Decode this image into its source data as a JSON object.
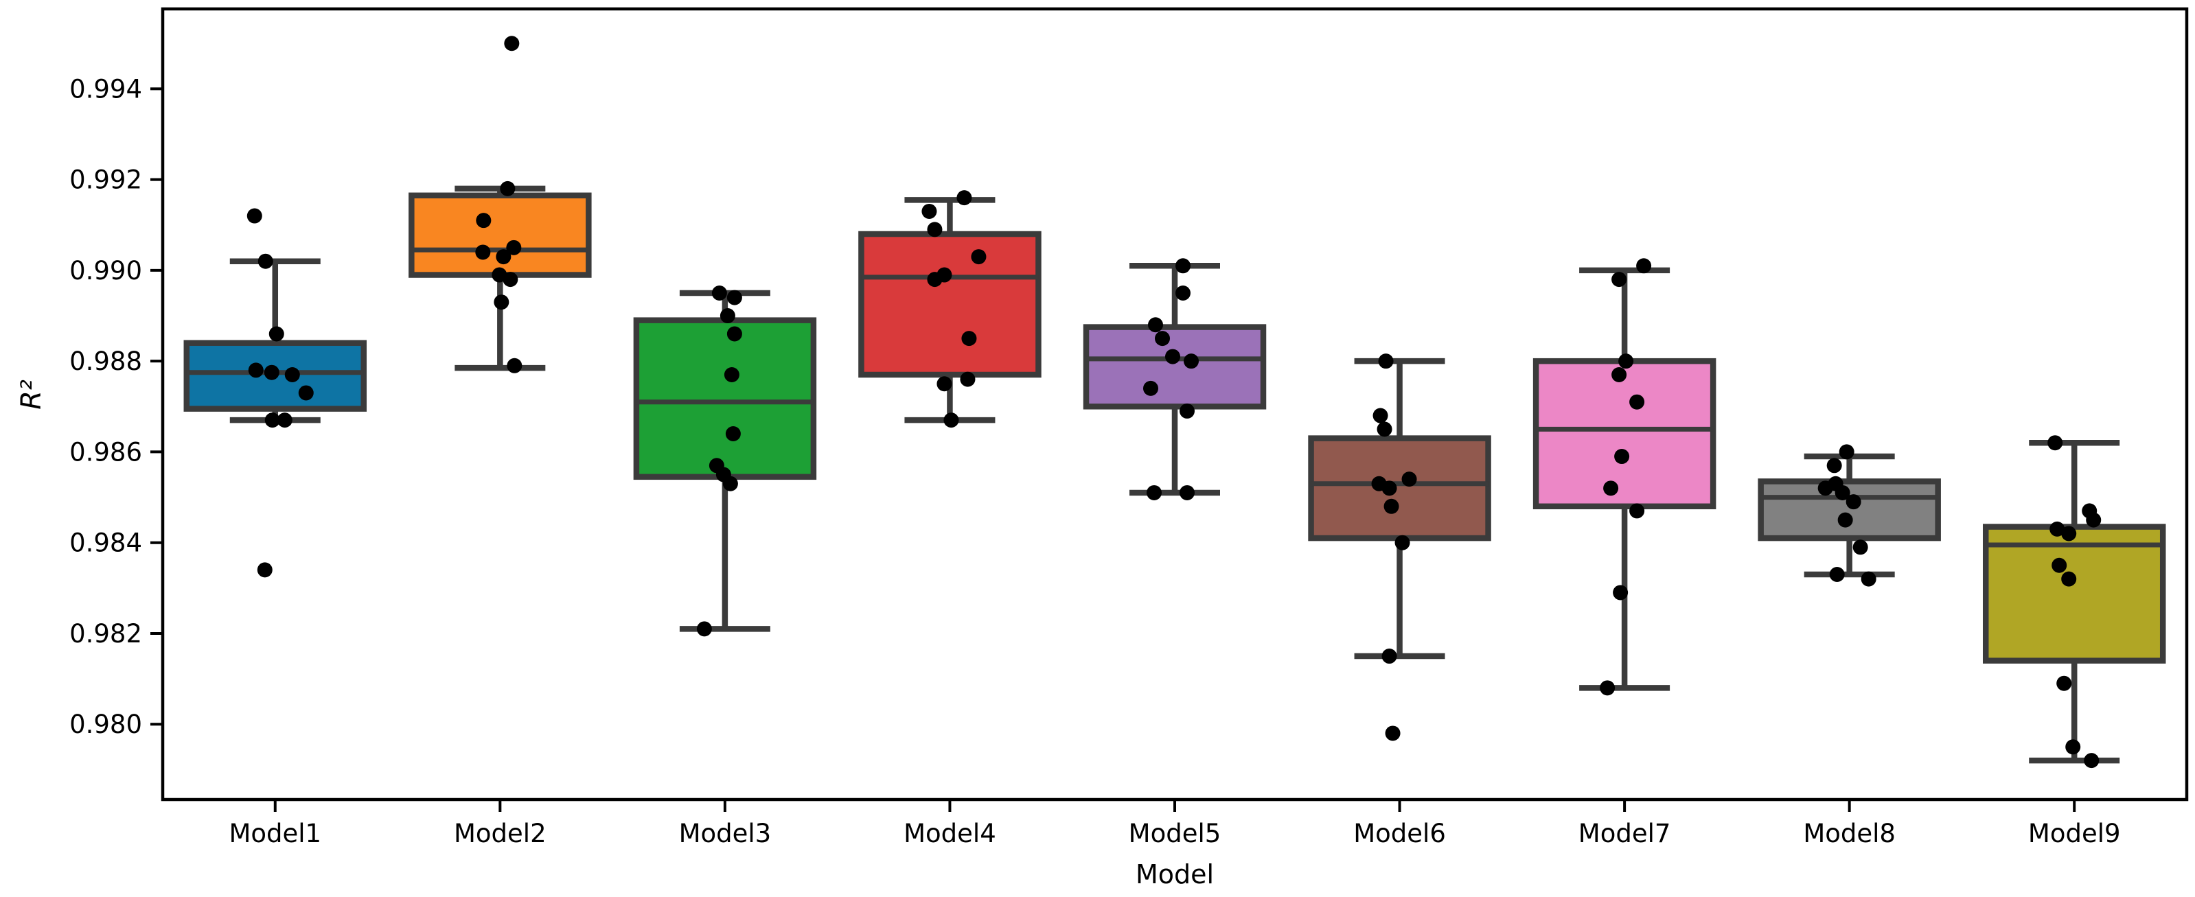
{
  "chart_data": {
    "type": "box",
    "title": "",
    "xlabel": "Model",
    "ylabel": "R²",
    "ylim": [
      0.97834,
      0.99576
    ],
    "yticks": [
      0.98,
      0.982,
      0.984,
      0.986,
      0.988,
      0.99,
      0.992,
      0.994
    ],
    "grid": false,
    "legend": "none",
    "categories": [
      "Model1",
      "Model2",
      "Model3",
      "Model4",
      "Model5",
      "Model6",
      "Model7",
      "Model8",
      "Model9"
    ],
    "style": {
      "edge_color": "#3b3b3b",
      "spine_color": "#000000",
      "point_color": "#000000",
      "point_radius": 11,
      "box_halfwidth": 129,
      "cap_halfwidth": 66,
      "box_line_width": 8.5,
      "median_line_width": 7,
      "spine_width": 4.5,
      "tick_len": 18
    },
    "series": [
      {
        "label": "Model1",
        "color": "#0e74a4",
        "whislo": 0.9867,
        "q1": 0.98695,
        "med": 0.98775,
        "q3": 0.9884,
        "whishi": 0.9902,
        "points": [
          {
            "v": 0.9912,
            "dx": -30
          },
          {
            "v": 0.9902,
            "dx": -14
          },
          {
            "v": 0.9886,
            "dx": 2
          },
          {
            "v": 0.9878,
            "dx": -28
          },
          {
            "v": 0.98775,
            "dx": -5
          },
          {
            "v": 0.9877,
            "dx": 25
          },
          {
            "v": 0.9873,
            "dx": 45
          },
          {
            "v": 0.9867,
            "dx": -4
          },
          {
            "v": 0.9867,
            "dx": 14
          },
          {
            "v": 0.9834,
            "dx": -15
          }
        ]
      },
      {
        "label": "Model2",
        "color": "#f98621",
        "whislo": 0.98785,
        "q1": 0.9899,
        "med": 0.99045,
        "q3": 0.99165,
        "whishi": 0.9918,
        "points": [
          {
            "v": 0.995,
            "dx": 17
          },
          {
            "v": 0.9918,
            "dx": 11
          },
          {
            "v": 0.9911,
            "dx": -24
          },
          {
            "v": 0.9905,
            "dx": 20
          },
          {
            "v": 0.9904,
            "dx": -25
          },
          {
            "v": 0.9903,
            "dx": 5
          },
          {
            "v": 0.9899,
            "dx": -1
          },
          {
            "v": 0.9898,
            "dx": 15
          },
          {
            "v": 0.9893,
            "dx": 2
          },
          {
            "v": 0.9879,
            "dx": 21
          }
        ]
      },
      {
        "label": "Model3",
        "color": "#1da035",
        "whislo": 0.9821,
        "q1": 0.98545,
        "med": 0.9871,
        "q3": 0.9889,
        "whishi": 0.9895,
        "points": [
          {
            "v": 0.9895,
            "dx": -8
          },
          {
            "v": 0.9894,
            "dx": 14
          },
          {
            "v": 0.989,
            "dx": 4
          },
          {
            "v": 0.9886,
            "dx": 14
          },
          {
            "v": 0.9877,
            "dx": 10
          },
          {
            "v": 0.9864,
            "dx": 12
          },
          {
            "v": 0.9857,
            "dx": -12
          },
          {
            "v": 0.9855,
            "dx": -2
          },
          {
            "v": 0.9853,
            "dx": 8
          },
          {
            "v": 0.9821,
            "dx": -30
          }
        ]
      },
      {
        "label": "Model4",
        "color": "#d93a3b",
        "whislo": 0.9867,
        "q1": 0.9877,
        "med": 0.98985,
        "q3": 0.9908,
        "whishi": 0.99155,
        "points": [
          {
            "v": 0.9916,
            "dx": 21
          },
          {
            "v": 0.9913,
            "dx": -30
          },
          {
            "v": 0.9909,
            "dx": -22
          },
          {
            "v": 0.9903,
            "dx": 42
          },
          {
            "v": 0.9899,
            "dx": -8
          },
          {
            "v": 0.9898,
            "dx": -22
          },
          {
            "v": 0.9885,
            "dx": 28
          },
          {
            "v": 0.9876,
            "dx": 26
          },
          {
            "v": 0.9875,
            "dx": -8
          },
          {
            "v": 0.9867,
            "dx": 2
          }
        ]
      },
      {
        "label": "Model5",
        "color": "#9b72b8",
        "whislo": 0.9851,
        "q1": 0.987,
        "med": 0.98805,
        "q3": 0.98875,
        "whishi": 0.9901,
        "points": [
          {
            "v": 0.9901,
            "dx": 12
          },
          {
            "v": 0.9895,
            "dx": 12
          },
          {
            "v": 0.9888,
            "dx": -28
          },
          {
            "v": 0.9885,
            "dx": -18
          },
          {
            "v": 0.9881,
            "dx": -3
          },
          {
            "v": 0.988,
            "dx": 24
          },
          {
            "v": 0.9874,
            "dx": -35
          },
          {
            "v": 0.9869,
            "dx": 18
          },
          {
            "v": 0.9851,
            "dx": -30
          },
          {
            "v": 0.9851,
            "dx": 18
          }
        ]
      },
      {
        "label": "Model6",
        "color": "#91594e",
        "whislo": 0.9815,
        "q1": 0.9841,
        "med": 0.9853,
        "q3": 0.9863,
        "whishi": 0.988,
        "points": [
          {
            "v": 0.988,
            "dx": -20
          },
          {
            "v": 0.9868,
            "dx": -28
          },
          {
            "v": 0.9865,
            "dx": -22
          },
          {
            "v": 0.9854,
            "dx": 14
          },
          {
            "v": 0.9853,
            "dx": -30
          },
          {
            "v": 0.9852,
            "dx": -15
          },
          {
            "v": 0.9848,
            "dx": -12
          },
          {
            "v": 0.984,
            "dx": 4
          },
          {
            "v": 0.9815,
            "dx": -15
          },
          {
            "v": 0.9798,
            "dx": -10
          }
        ]
      },
      {
        "label": "Model7",
        "color": "#ec87c6",
        "whislo": 0.9808,
        "q1": 0.9848,
        "med": 0.9865,
        "q3": 0.988,
        "whishi": 0.99,
        "points": [
          {
            "v": 0.9901,
            "dx": 28
          },
          {
            "v": 0.9898,
            "dx": -8
          },
          {
            "v": 0.988,
            "dx": 2
          },
          {
            "v": 0.9877,
            "dx": -8
          },
          {
            "v": 0.9871,
            "dx": 18
          },
          {
            "v": 0.9859,
            "dx": -4
          },
          {
            "v": 0.9852,
            "dx": -20
          },
          {
            "v": 0.9847,
            "dx": 18
          },
          {
            "v": 0.9829,
            "dx": -6
          },
          {
            "v": 0.9808,
            "dx": -25
          }
        ]
      },
      {
        "label": "Model8",
        "color": "#818181",
        "whislo": 0.9833,
        "q1": 0.9841,
        "med": 0.985,
        "q3": 0.98535,
        "whishi": 0.9859,
        "points": [
          {
            "v": 0.986,
            "dx": -4
          },
          {
            "v": 0.9857,
            "dx": -22
          },
          {
            "v": 0.9853,
            "dx": -20
          },
          {
            "v": 0.9852,
            "dx": -35
          },
          {
            "v": 0.9851,
            "dx": -10
          },
          {
            "v": 0.9849,
            "dx": 6
          },
          {
            "v": 0.9845,
            "dx": -6
          },
          {
            "v": 0.9839,
            "dx": 16
          },
          {
            "v": 0.9833,
            "dx": -18
          },
          {
            "v": 0.9832,
            "dx": 28
          }
        ]
      },
      {
        "label": "Model9",
        "color": "#b0a625",
        "whislo": 0.9792,
        "q1": 0.9814,
        "med": 0.98395,
        "q3": 0.98435,
        "whishi": 0.9862,
        "points": [
          {
            "v": 0.9862,
            "dx": -28
          },
          {
            "v": 0.9847,
            "dx": 22
          },
          {
            "v": 0.9845,
            "dx": 28
          },
          {
            "v": 0.9843,
            "dx": -25
          },
          {
            "v": 0.9842,
            "dx": -8
          },
          {
            "v": 0.9835,
            "dx": -22
          },
          {
            "v": 0.9832,
            "dx": -8
          },
          {
            "v": 0.9809,
            "dx": -15
          },
          {
            "v": 0.9795,
            "dx": -2
          },
          {
            "v": 0.9792,
            "dx": 25
          }
        ]
      }
    ]
  }
}
